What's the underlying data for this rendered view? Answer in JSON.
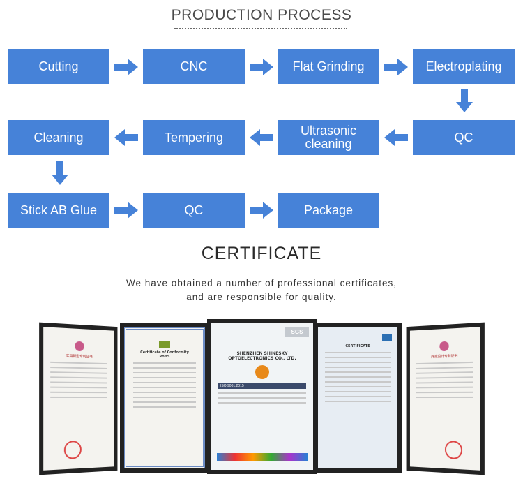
{
  "production": {
    "title": "PRODUCTION PROCESS",
    "steps": {
      "cutting": "Cutting",
      "cnc": "CNC",
      "flat_grinding": "Flat Grinding",
      "electroplating": "Electroplating",
      "qc1": "QC",
      "ultrasonic_line1": "Ultrasonic",
      "ultrasonic_line2": "cleaning",
      "tempering": "Tempering",
      "cleaning": "Cleaning",
      "stick_ab_glue": "Stick AB Glue",
      "qc2": "QC",
      "package": "Package"
    },
    "box_color": "#4682d8",
    "arrow_color": "#4682d8"
  },
  "certificate": {
    "title": "CERTIFICATE",
    "description_line1": "We have obtained a number of professional certificates,",
    "description_line2": "and are responsible for quality.",
    "docs": {
      "cert2_title": "Certificate of Conformity",
      "cert2_sub": "RoHS",
      "cert3_badge": "SGS",
      "cert3_company1": "SHENZHEN SHINESKY",
      "cert3_company2": "OPTOELECTRONICS CO., LTD.",
      "cert3_iso": "ISO 9001:2015",
      "cert4_title": "CERTIFICATE",
      "cert1_heading": "实用新型专利证书",
      "cert5_heading": "外观设计专利证书"
    }
  }
}
